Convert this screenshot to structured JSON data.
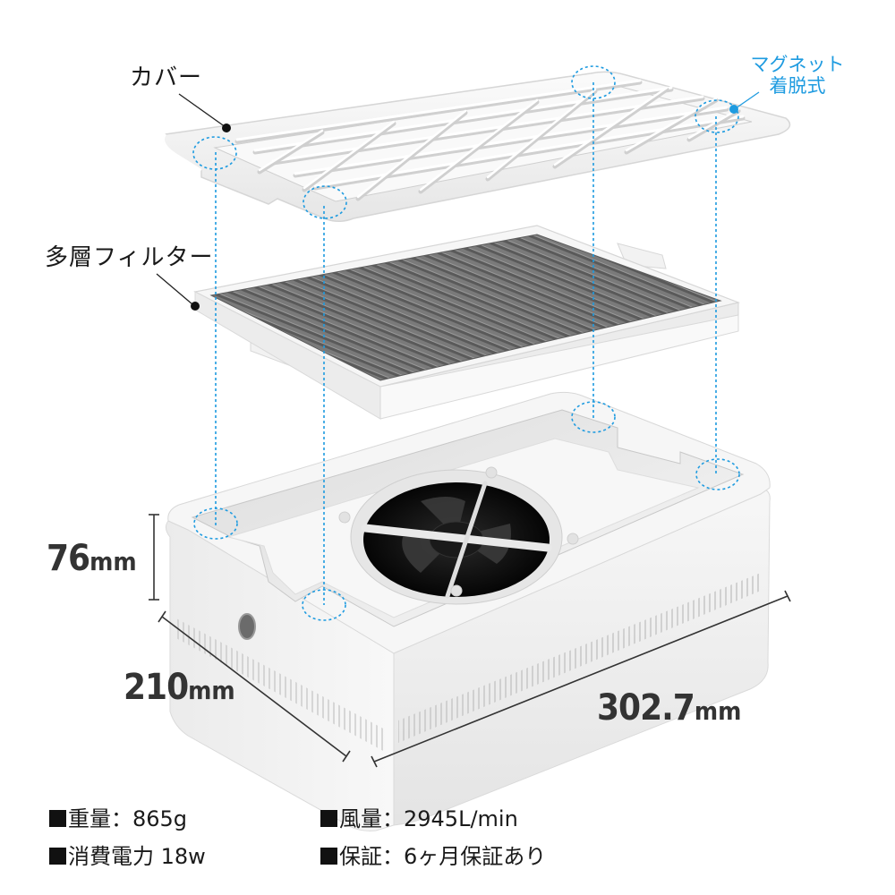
{
  "parts": {
    "cover": "カバー",
    "filter": "多層フィルター",
    "magnet_line1": "マグネット",
    "magnet_line2": "着脱式"
  },
  "dimensions": {
    "height": {
      "value": "76",
      "unit": "mm"
    },
    "depth": {
      "value": "210",
      "unit": "mm"
    },
    "width": {
      "value": "302.7",
      "unit": "mm"
    }
  },
  "specs": [
    {
      "label": "重量：865g"
    },
    {
      "label": "風量：2945L/min"
    },
    {
      "label": "消費電力 18w"
    },
    {
      "label": "保証：6ヶ月保証あり"
    }
  ],
  "colors": {
    "accent_blue": "#1e9be0",
    "text": "#1a1a1a",
    "dimension_text": "#333333",
    "product_white": "#f4f4f4",
    "filter_gray": "#707070",
    "fan_black": "#111111"
  }
}
